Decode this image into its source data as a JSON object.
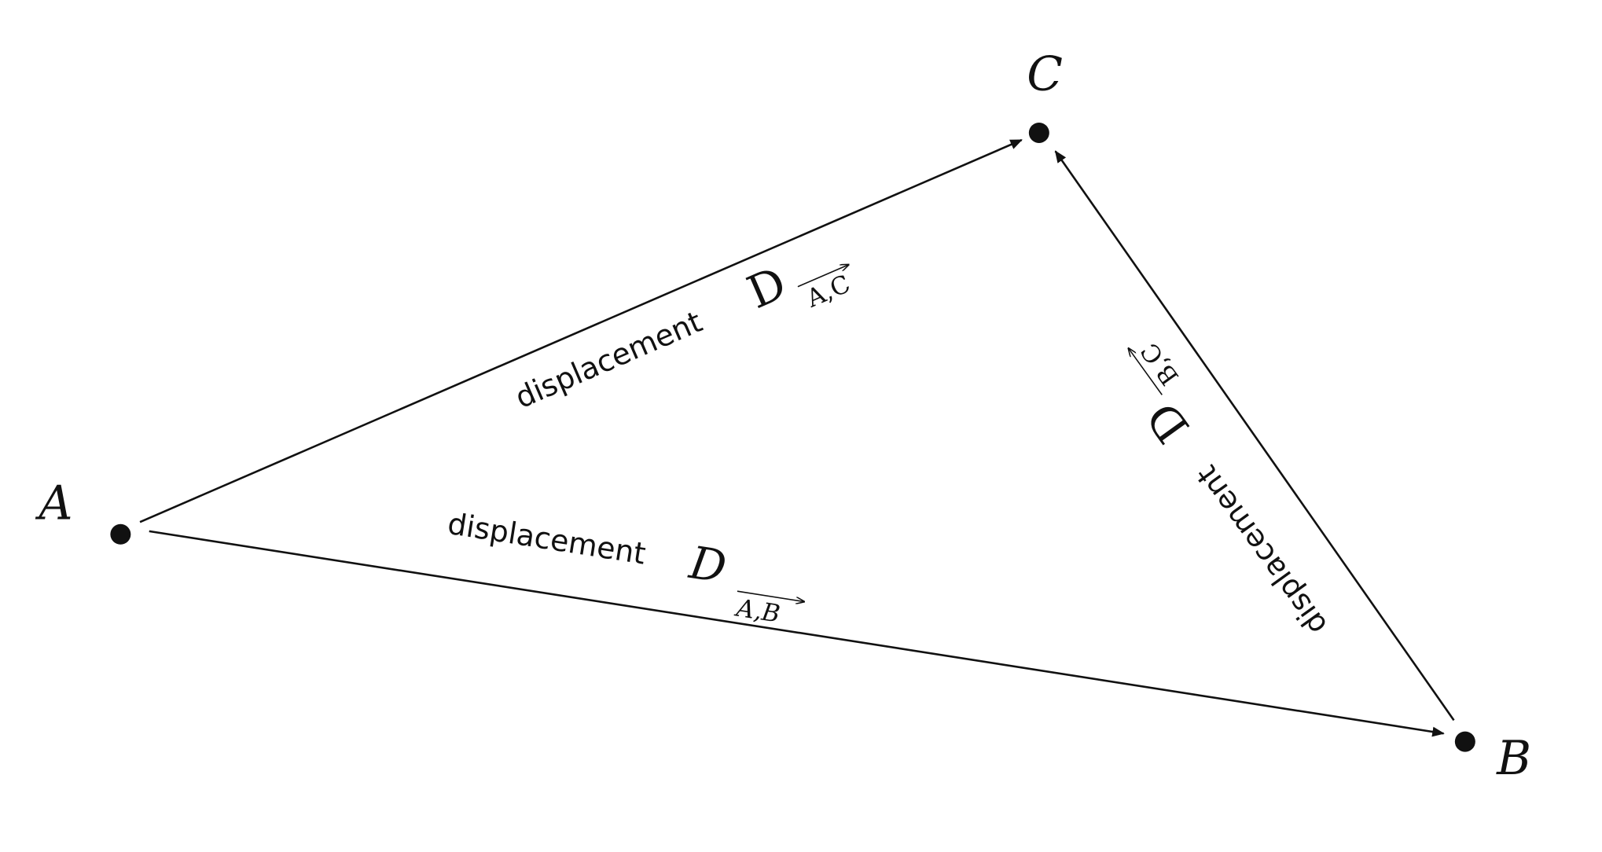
{
  "points": {
    "A": {
      "label": "A"
    },
    "B": {
      "label": "B"
    },
    "C": {
      "label": "C"
    }
  },
  "edges": {
    "ac": {
      "word": "displacement",
      "symbol": "D",
      "subscript": "A,C"
    },
    "ab": {
      "word": "displacement",
      "symbol": "D",
      "subscript": "A,B"
    },
    "bc": {
      "word": "displacement",
      "symbol": "D",
      "subscript": "B,C"
    }
  },
  "colors": {
    "ink": "#111111",
    "background": "#ffffff"
  }
}
